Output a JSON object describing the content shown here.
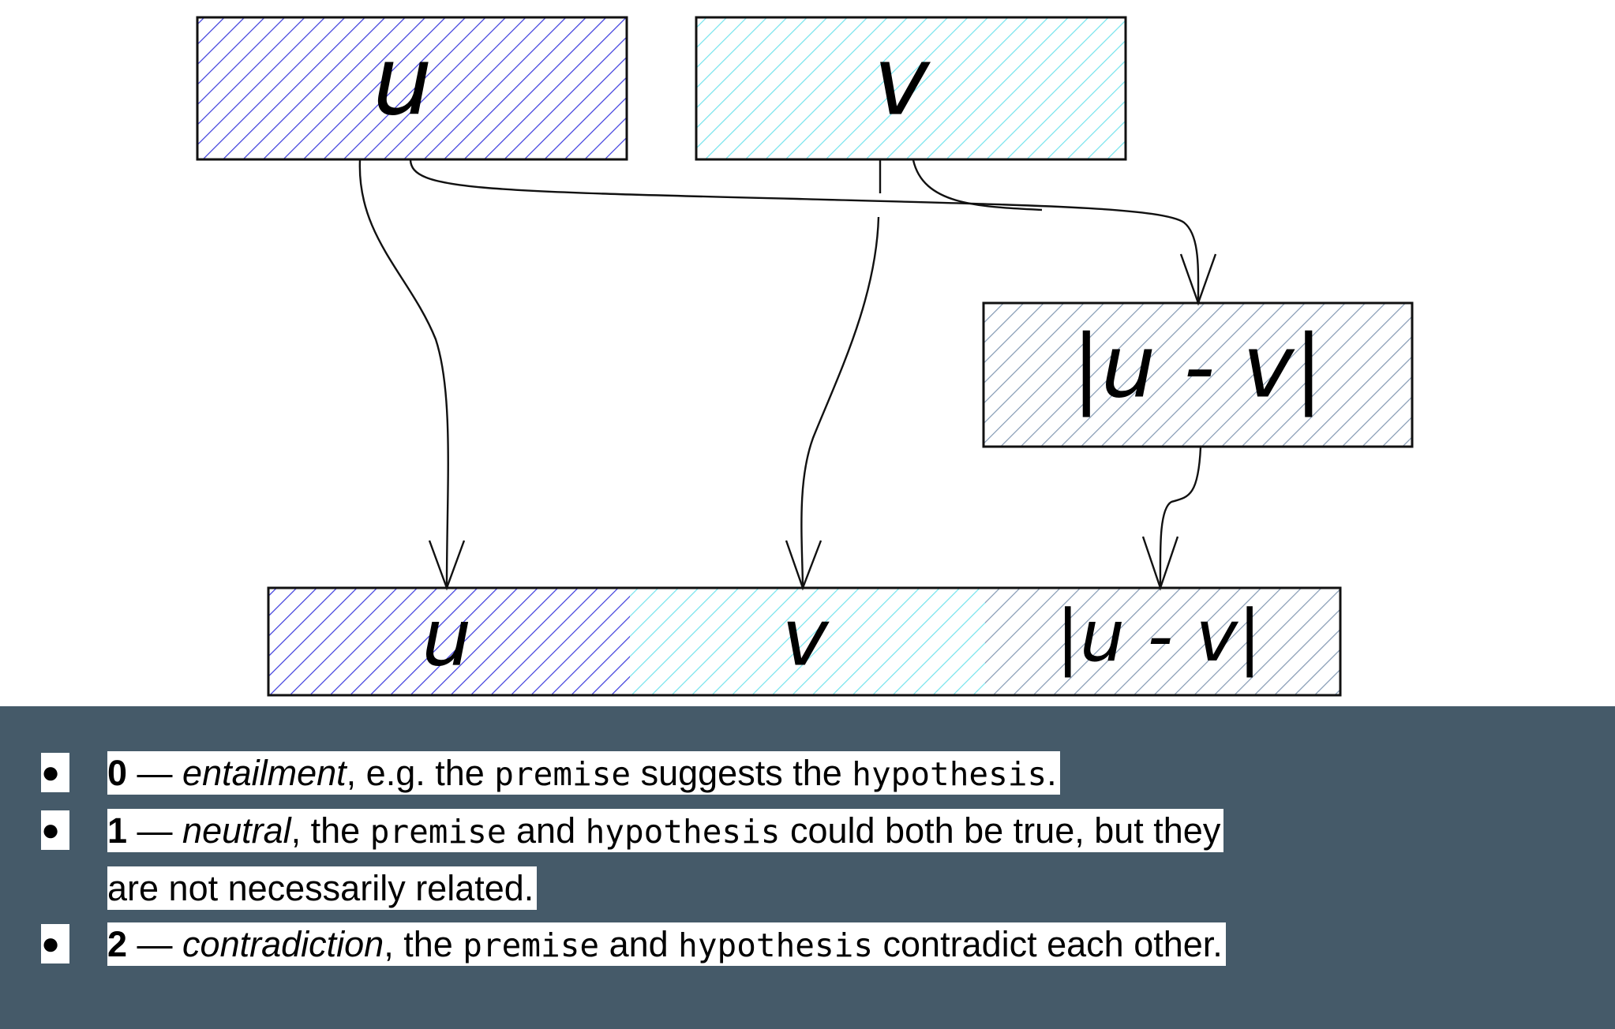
{
  "diagram": {
    "boxes": {
      "u_top": {
        "label": "u",
        "fill": "#3b3bdc"
      },
      "v_top": {
        "label": "v",
        "fill": "#74e3ec"
      },
      "diff": {
        "label": "|u - v|",
        "fill": "#8399b3"
      },
      "u_concat": {
        "label": "u",
        "fill": "#3b3bdc"
      },
      "v_concat": {
        "label": "v",
        "fill": "#74e3ec"
      },
      "diff_concat": {
        "label": "|u - v|",
        "fill": "#8399b3"
      }
    }
  },
  "labels": [
    {
      "number": "0",
      "dash": " — ",
      "name": "entailment",
      "parts": [
        ", e.g. the ",
        "premise",
        " suggests the ",
        "hypothesis",
        "."
      ]
    },
    {
      "number": "1",
      "dash": " — ",
      "name": "neutral",
      "parts": [
        ", the ",
        "premise",
        " and ",
        "hypothesis",
        " could both be true, but they are not necessarily related."
      ]
    },
    {
      "number": "2",
      "dash": " — ",
      "name": "contradiction",
      "parts": [
        ", the ",
        "premise",
        " and ",
        "hypothesis",
        " contradict each other."
      ]
    }
  ],
  "colors": {
    "panel": "#455a69",
    "highlight": "#ffffff"
  }
}
